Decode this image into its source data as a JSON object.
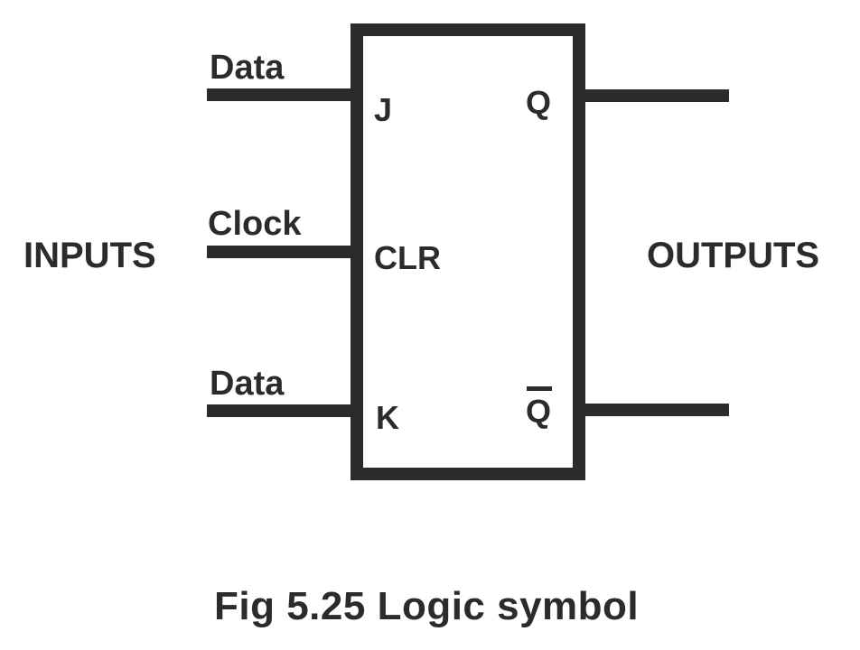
{
  "inputs_label": "INPUTS",
  "outputs_label": "OUTPUTS",
  "wires": {
    "j_input": "Data",
    "clock_input": "Clock",
    "k_input": "Data"
  },
  "pins": {
    "j": "J",
    "clr": "CLR",
    "k": "K",
    "q": "Q",
    "q_bar": "Q"
  },
  "caption": "Fig 5.25 Logic symbol"
}
